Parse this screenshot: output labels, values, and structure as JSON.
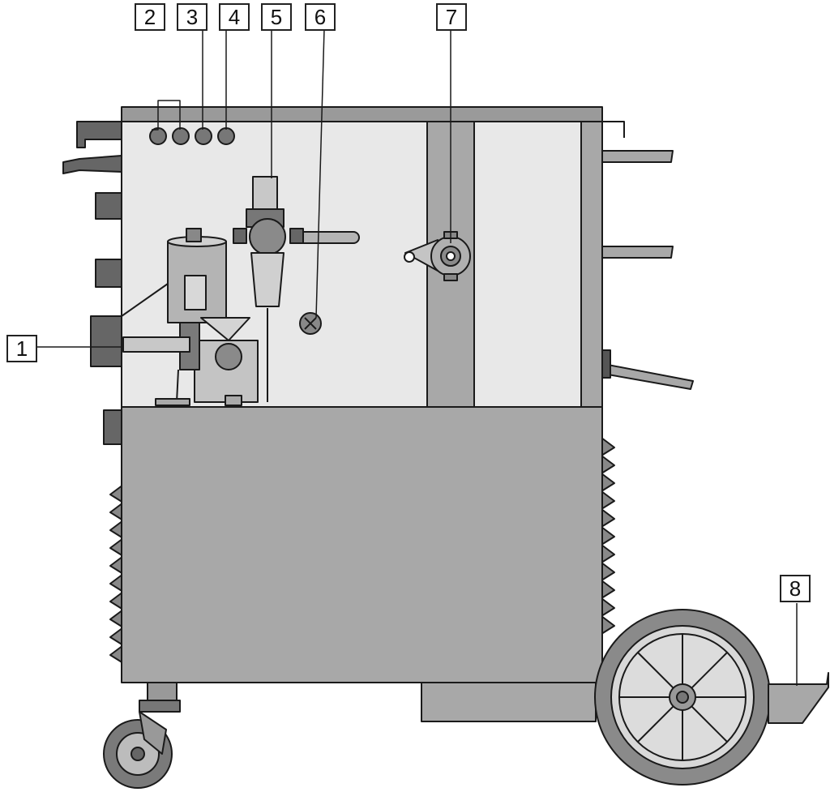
{
  "callouts": {
    "c1": "1",
    "c2": "2",
    "c3": "3",
    "c4": "4",
    "c5": "5",
    "c6": "6",
    "c7": "7",
    "c8": "8"
  },
  "colors": {
    "panel": "#e8e8e8",
    "body": "#a8a8a8",
    "dark": "#555555",
    "outline": "#1a1a1a"
  }
}
